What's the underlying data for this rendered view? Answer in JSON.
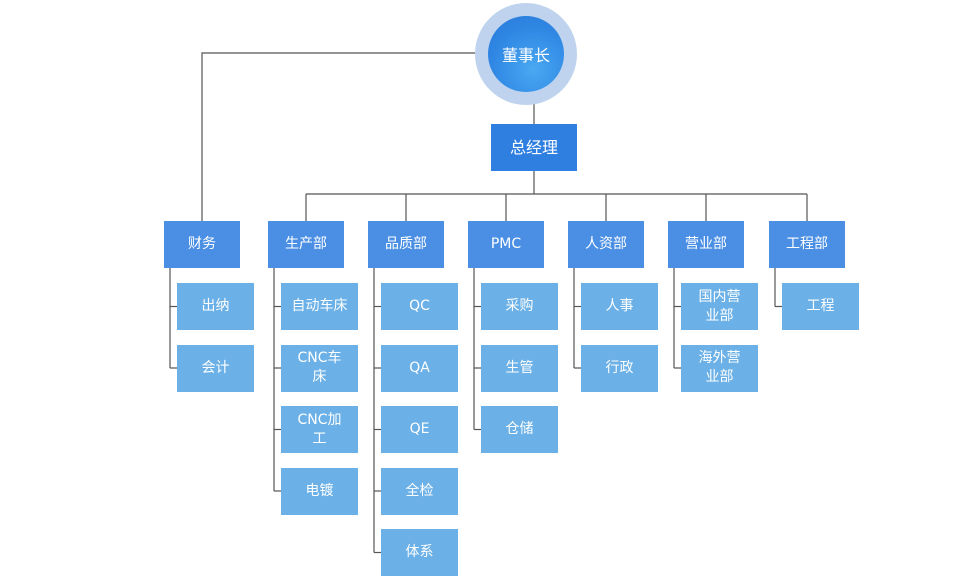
{
  "chairman": "董事长",
  "general_manager": "总经理",
  "departments": [
    {
      "name": "财务",
      "subs": [
        "出纳",
        "会计"
      ]
    },
    {
      "name": "生产部",
      "subs": [
        "自动车床",
        "CNC车床",
        "CNC加工",
        "电镀"
      ]
    },
    {
      "name": "品质部",
      "subs": [
        "QC",
        "QA",
        "QE",
        "全检",
        "体系"
      ]
    },
    {
      "name": "PMC",
      "subs": [
        "采购",
        "生管",
        "仓储"
      ]
    },
    {
      "name": "人资部",
      "subs": [
        "人事",
        "行政"
      ]
    },
    {
      "name": "营业部",
      "subs": [
        "国内营业部",
        "海外营业部"
      ]
    },
    {
      "name": "工程部",
      "subs": [
        "工程"
      ]
    }
  ],
  "colors": {
    "chairman_ring": "#bfd3ee",
    "chairman": "#3a93ea",
    "general_manager": "#2f7fe0",
    "department": "#4a8fe3",
    "sub_unit": "#6bb0e6",
    "connector": "#555555"
  }
}
